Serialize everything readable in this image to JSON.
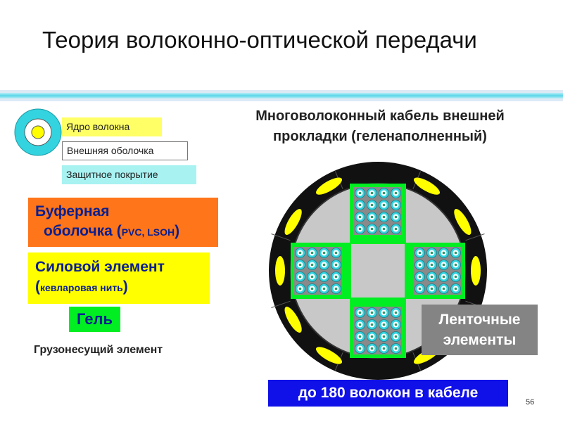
{
  "title": "Теория волоконно-оптической передачи",
  "legend": {
    "core": "Ядро волокна",
    "cladding": "Внешняя оболочка",
    "coating": "Защитное покрытие"
  },
  "buffer": {
    "line1": "Буферная",
    "line2_main": "оболочка (",
    "line2_small": "PVC, LSOH",
    "line2_end": ")"
  },
  "strength": {
    "line1": "Силовой элемент",
    "line2_open": "(",
    "line2_small": "кевларовая нить",
    "line2_close": ")"
  },
  "gel": "Гель",
  "load_member": "Грузонесущий элемент",
  "cable_title": {
    "line1": "Многоволоконный кабель внешней",
    "line2": "прокладки (геленаполненный)"
  },
  "ribbon_label": {
    "line1": "Ленточные",
    "line2": "элементы"
  },
  "fiber_count": "до 180 волокон в кабеле",
  "page_number": "56",
  "colors": {
    "core": "#ffff00",
    "cladding": "#ffffff",
    "coating": "#33d4e0",
    "buffer": "#ff7519",
    "strength": "#ffff00",
    "gel": "#00ee22",
    "filler": "#c8c8c8",
    "jacket": "#111111",
    "ribbon_label_bg": "#848484",
    "count_bg": "#1010e8"
  }
}
